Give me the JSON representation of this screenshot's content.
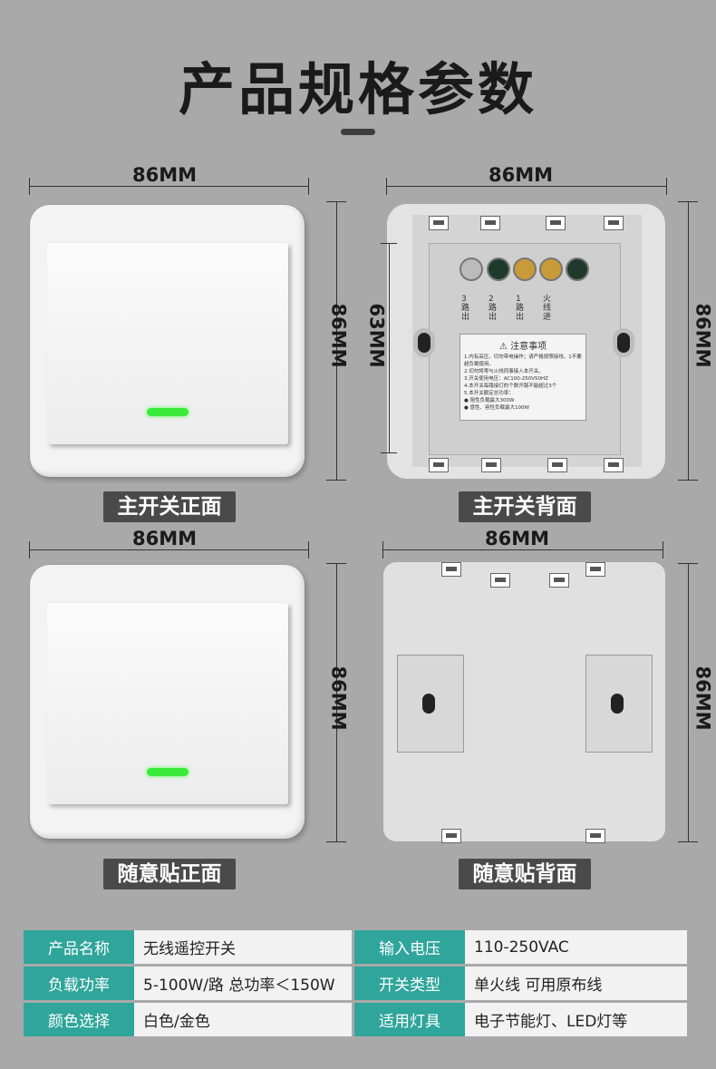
{
  "title": "产品规格参数",
  "dimensions": {
    "width": "86MM",
    "height": "86MM",
    "inner_height": "63MM"
  },
  "views": {
    "main_front": "主开关正面",
    "main_back": "主开关背面",
    "sticker_front": "随意贴正面",
    "sticker_back": "随意贴背面"
  },
  "terminal_labels": [
    "3路出",
    "2路出",
    "1路出",
    "火线进"
  ],
  "notice": {
    "title": "注意事项",
    "lines": [
      "1.内有高压，切勿带电操作；请严格按照接线，1不要超负载使用。",
      "2.切勿将零与火线同事接入本开关。",
      "3.开关使用电压：AC100-250V50HZ",
      "4.本开关每路接灯的个数开路不能超过3个",
      "5.本开关额定总功率：",
      "● 阻性负载最大300W",
      "● 感性、容性负载最大100W"
    ]
  },
  "specs": [
    {
      "k1": "产品名称",
      "v1": "无线遥控开关",
      "k2": "输入电压",
      "v2": "110-250VAC"
    },
    {
      "k1": "负载功率",
      "v1": "5-100W/路 总功率＜150W",
      "k2": "开关类型",
      "v2": "单火线 可用原布线"
    },
    {
      "k1": "颜色选择",
      "v1": "白色/金色",
      "k2": "适用灯具",
      "v2": "电子节能灯、LED灯等"
    }
  ],
  "colors": {
    "background": "#a9a9a9",
    "spec_key": "#2fa59b",
    "label_bg": "#4a4a4a",
    "led": "#3bea3b"
  }
}
